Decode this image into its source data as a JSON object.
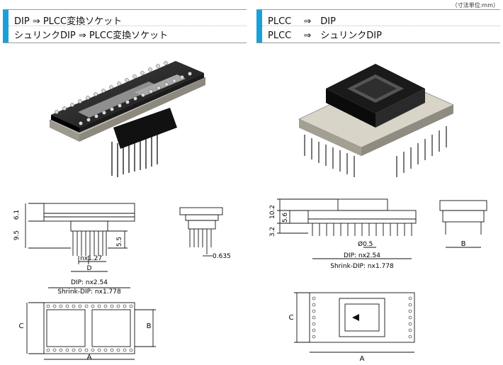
{
  "unit_note": "（寸法単位:mm）",
  "left_header": {
    "line1": "DIP ⇒ PLCC変換ソケット",
    "line2": "シュリンクDIP ⇒ PLCC変換ソケット"
  },
  "right_header": {
    "line1": "PLCC　 ⇒　DIP",
    "line2": "PLCC　 ⇒　シュリンクDIP"
  },
  "left_dims": {
    "d61": "6.1",
    "d95": "9.5",
    "d55": "5.5",
    "d0635": "0.635",
    "pitch": "nx1.27",
    "d": "D",
    "dip": "DIP: nx2.54",
    "shrink": "Shrink-DIP: nx1.778",
    "c": "C",
    "b": "B",
    "a": "A"
  },
  "right_dims": {
    "d102": "10.2",
    "d56": "5.6",
    "d32": "3.2",
    "phi": "Ø0.5",
    "dip": "DIP: nx2.54",
    "shrink": "Shrink-DIP: nx1.778",
    "b": "B",
    "c": "C",
    "a": "A"
  },
  "colors": {
    "accent": "#1aa0d8"
  }
}
